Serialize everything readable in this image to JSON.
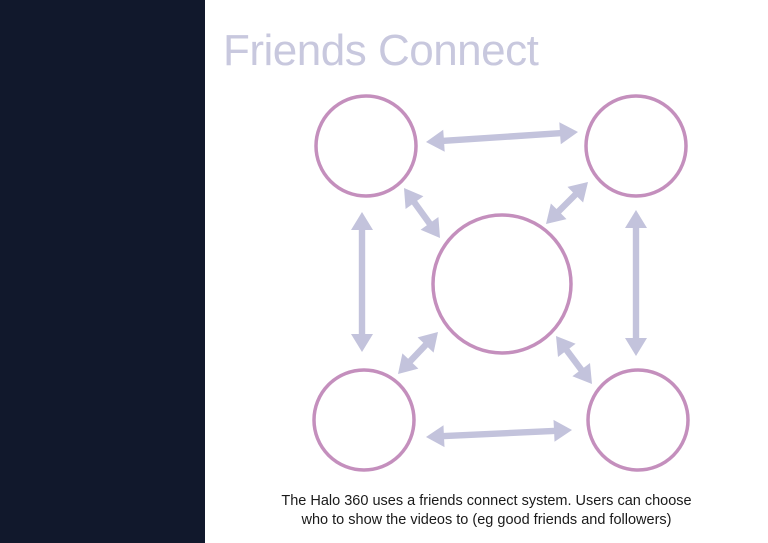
{
  "title": "Friends Connect",
  "caption": {
    "line1": "The Halo 360 uses a friends connect system. Users can choose",
    "line2": "who to show the videos to (eg good friends and followers)"
  },
  "colors": {
    "sidebar": "#11182c",
    "title": "#c8c8de",
    "arrow": "#c3c3dc",
    "ring": "#c48fbd",
    "skin": "#f1c6a0",
    "headset": "#6e6e6e",
    "visor": "#aaaaaa"
  },
  "nodes": [
    {
      "id": "top-left",
      "hair": "#d9b450",
      "hair_style": "short",
      "shirt": "#56b4e0",
      "collar": "#ffffff"
    },
    {
      "id": "top-right",
      "hair": "#e07a3a",
      "hair_style": "long",
      "shirt": "#2f6b3e",
      "collar": "#ffffff"
    },
    {
      "id": "center",
      "hair": "#3a2a22",
      "hair_style": "bun",
      "shirt": "#e05a4a",
      "collar": "#ffffff"
    },
    {
      "id": "bottom-left",
      "hair": "#a9743b",
      "hair_style": "long",
      "shirt": "#f3a640",
      "collar": "#ffffff"
    },
    {
      "id": "bottom-right",
      "hair": "#4a4a4a",
      "hair_style": "short",
      "shirt": "#f3a640",
      "collar": "#ffffff"
    }
  ]
}
